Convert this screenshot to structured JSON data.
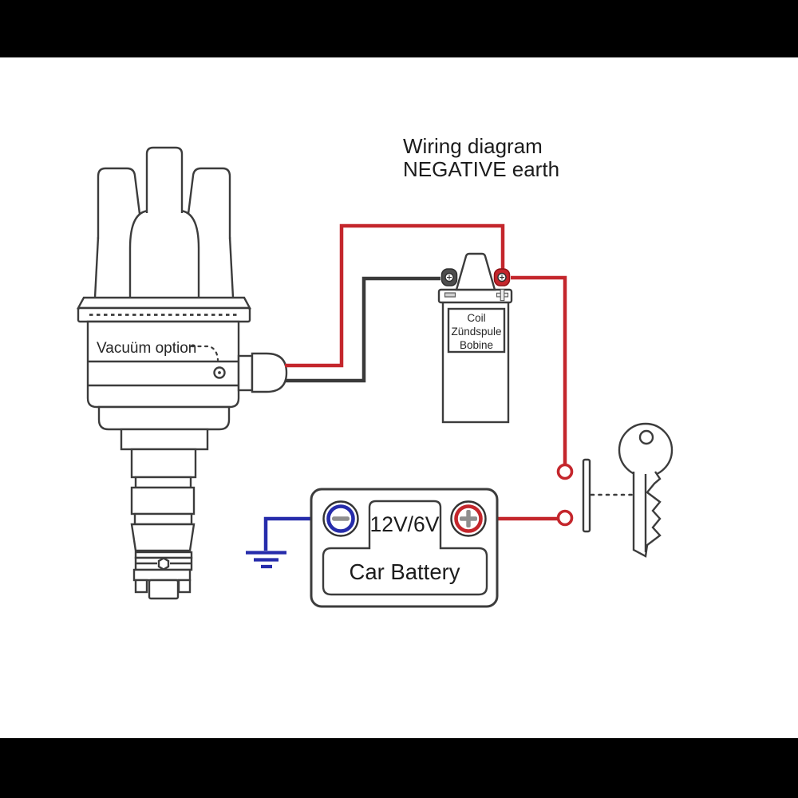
{
  "title": {
    "line1": "Wiring diagram",
    "line2": "NEGATIVE earth"
  },
  "distributor": {
    "vacuum_label": "Vacuüm option"
  },
  "coil": {
    "label_lines": [
      "Coil",
      "Zündspule",
      "Bobine"
    ]
  },
  "battery": {
    "voltage": "12V/6V",
    "name": "Car Battery"
  },
  "colors": {
    "wire_red": "#c4262c",
    "wire_black": "#3a3a3a",
    "wire_blue": "#262cab",
    "terminal_dark": "#4d4d4d",
    "symbol_gray": "#8f8f8f",
    "outline": "#3c3c3c",
    "letterbox": "#000000"
  }
}
